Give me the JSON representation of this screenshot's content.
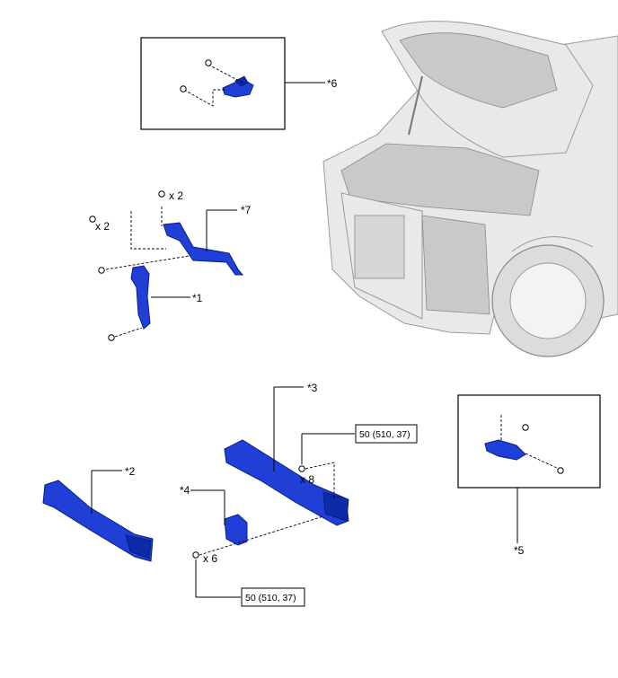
{
  "callouts": {
    "p1": "*1",
    "p2": "*2",
    "p3": "*3",
    "p4": "*4",
    "p5": "*5",
    "p6": "*6",
    "p7": "*7"
  },
  "quantities": {
    "x2_top": "x 2",
    "x2_left": "x 2",
    "x8": "x 8",
    "x6": "x 6"
  },
  "torque": {
    "upper": "50 (510, 37)",
    "lower": "50 (510, 37)"
  },
  "colors": {
    "part_blue": "#1f3fd6",
    "vehicle_gray": "#e9e9e9"
  }
}
